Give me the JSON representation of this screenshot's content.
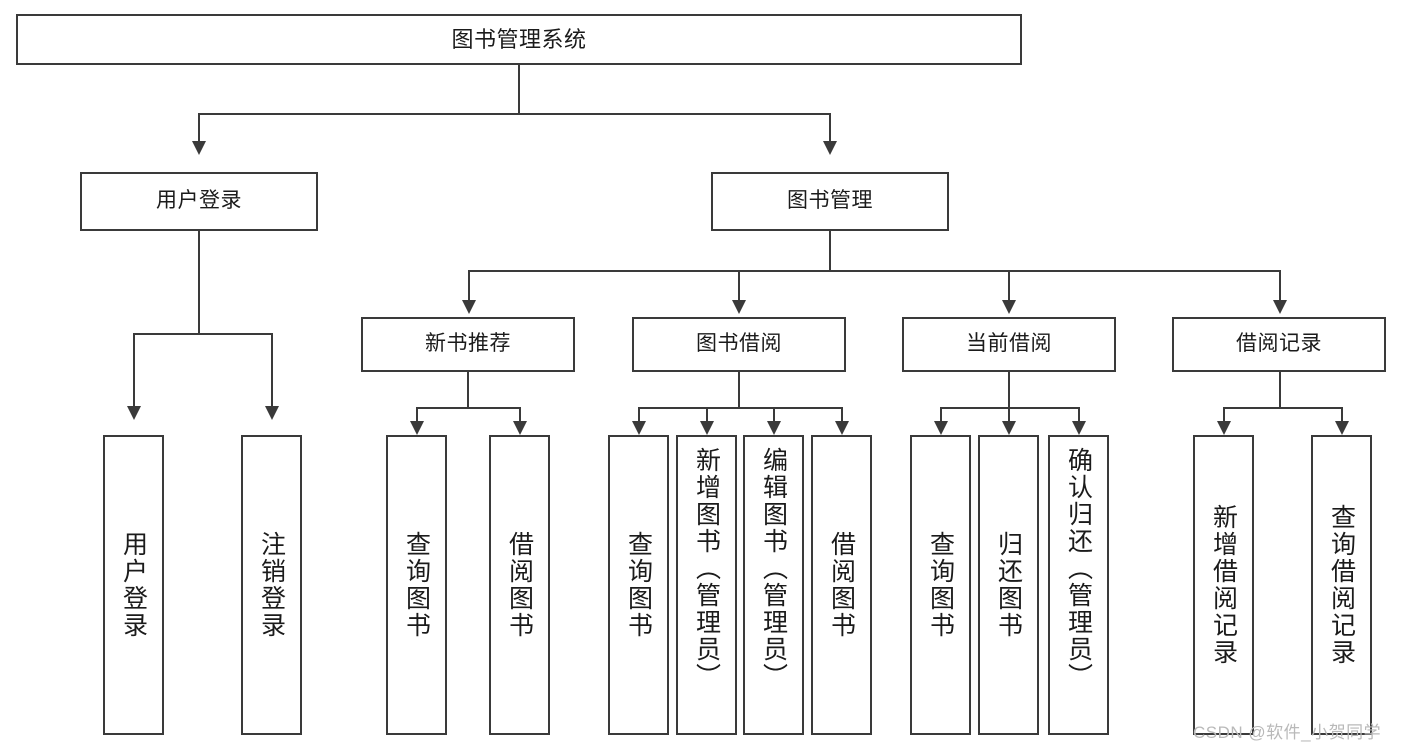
{
  "diagram": {
    "title": "图书管理系统",
    "type": "tree-hierarchy-diagram",
    "watermark": "CSDN @软件_小贺同学",
    "colors": {
      "stroke": "#3a3a3a",
      "text": "#1b1b1b",
      "background": "#ffffff",
      "watermark": "#b9b9b9"
    }
  },
  "nodes": {
    "root": {
      "label": "图书管理系统"
    },
    "level2": [
      {
        "id": "user-login",
        "label": "用户登录"
      },
      {
        "id": "book-manage",
        "label": "图书管理"
      }
    ],
    "level3": [
      {
        "id": "new-book-recommend",
        "label": "新书推荐"
      },
      {
        "id": "book-borrow",
        "label": "图书借阅"
      },
      {
        "id": "current-borrow",
        "label": "当前借阅"
      },
      {
        "id": "borrow-record",
        "label": "借阅记录"
      }
    ],
    "leaves": {
      "user-login": [
        {
          "id": "leaf-user-login",
          "label": "用户登录"
        },
        {
          "id": "leaf-user-logout",
          "label": "注销登录"
        }
      ],
      "new-book-recommend": [
        {
          "id": "leaf-query-book-1",
          "label": "查询图书"
        },
        {
          "id": "leaf-borrow-book-1",
          "label": "借阅图书"
        }
      ],
      "book-borrow": [
        {
          "id": "leaf-query-book-2",
          "label": "查询图书"
        },
        {
          "id": "leaf-add-book",
          "label": "新增图书（管理员）"
        },
        {
          "id": "leaf-edit-book",
          "label": "编辑图书（管理员）"
        },
        {
          "id": "leaf-borrow-book-2",
          "label": "借阅图书"
        }
      ],
      "current-borrow": [
        {
          "id": "leaf-query-book-3",
          "label": "查询图书"
        },
        {
          "id": "leaf-return-book",
          "label": "归还图书"
        },
        {
          "id": "leaf-confirm-return",
          "label": "确认归还（管理员）"
        }
      ],
      "borrow-record": [
        {
          "id": "leaf-add-record",
          "label": "新增借阅记录"
        },
        {
          "id": "leaf-query-record",
          "label": "查询借阅记录"
        }
      ]
    }
  }
}
